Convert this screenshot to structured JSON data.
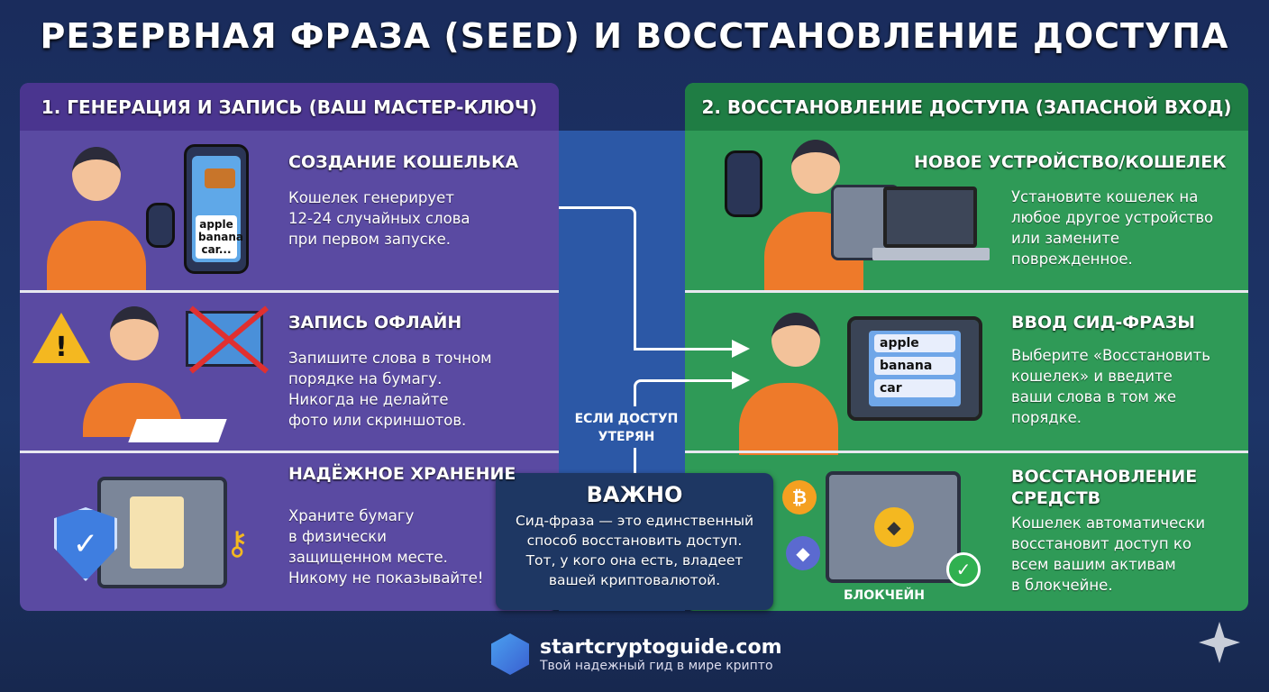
{
  "title": "РЕЗЕРВНАЯ ФРАЗА (SEED) И ВОССТАНОВЛЕНИЕ ДОСТУПА",
  "left": {
    "header": "1. ГЕНЕРАЦИЯ И ЗАПИСЬ (ВАШ МАСТЕР-КЛЮЧ)",
    "steps": [
      {
        "title": "СОЗДАНИЕ КОШЕЛЬКА",
        "text": [
          "Кошелек генерирует",
          "12-24 случайных слова",
          "при первом запуске."
        ],
        "phone_words": [
          "apple",
          "banana",
          "car..."
        ]
      },
      {
        "title": "ЗАПИСЬ ОФЛАЙН",
        "text": [
          "Запишите слова в точном",
          "порядке на бумагу.",
          "Никогда не делайте",
          "фото или скриншотов."
        ]
      },
      {
        "title": "НАДЁЖНОЕ ХРАНЕНИЕ",
        "text": [
          "Храните бумагу",
          "в физически",
          "защищенном месте.",
          "Никому не показывайте!"
        ]
      }
    ]
  },
  "right": {
    "header": "2. ВОССТАНОВЛЕНИЕ ДОСТУПА (ЗАПАСНОЙ ВХОД)",
    "steps": [
      {
        "title": "НОВОЕ УСТРОЙСТВО/КОШЕЛЕК",
        "text": [
          "Установите кошелек на",
          "любое другое устройство",
          "или замените",
          "поврежденное."
        ]
      },
      {
        "title": "ВВОД СИД-ФРАЗЫ",
        "text": [
          "Выберите «Восстановить",
          "кошелек» и введите",
          "ваши слова в том же",
          "порядке."
        ],
        "tablet_words": [
          "apple",
          "banana",
          "car"
        ]
      },
      {
        "title": "ВОССТАНОВЛЕНИЕ",
        "title2": "СРЕДСТВ",
        "text": [
          "Кошелек автоматически",
          "восстановит доступ ко",
          "всем вашим активам",
          "в блокчейне."
        ],
        "blockchain_label": "БЛОКЧЕЙН"
      }
    ]
  },
  "middle": {
    "lost_label": [
      "ЕСЛИ ДОСТУП",
      "УТЕРЯН"
    ]
  },
  "important": {
    "title": "ВАЖНО",
    "text": [
      "Сид-фраза — это единственный",
      "способ восстановить доступ.",
      "Тот, у кого она есть, владеет",
      "вашей криптовалютой."
    ]
  },
  "footer": {
    "site": "startcryptoguide.com",
    "tagline": "Твой надежный гид в мире крипто"
  },
  "colors": {
    "background": "#1a2c5c",
    "left_panel": "#5a4aa2",
    "right_panel": "#2f9a57",
    "middle_strip": "#2c58a6",
    "important_box": "#1e3763",
    "accent_orange": "#ee7a2a"
  },
  "icons": [
    "wallet-phone",
    "warning",
    "no-photo",
    "safe",
    "shield-check",
    "key",
    "broken-phone",
    "tablet",
    "broken-laptop",
    "bitcoin",
    "ethereum",
    "check"
  ]
}
